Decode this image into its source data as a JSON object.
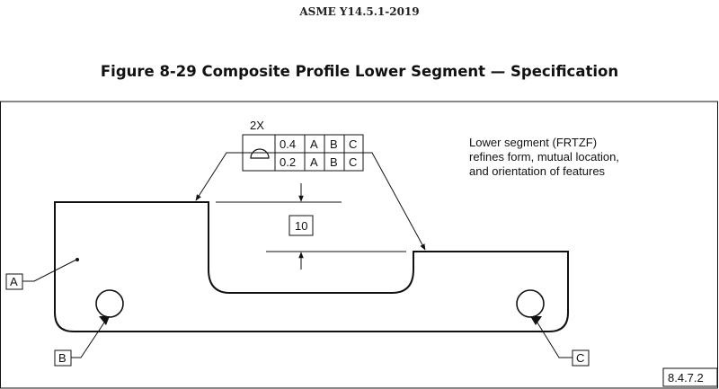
{
  "header": {
    "standard": "ASME Y14.5.1-2019"
  },
  "figure": {
    "title": "Figure 8-29 Composite Profile Lower Segment — Specification"
  },
  "fcf": {
    "multiplier": "2X",
    "upper": {
      "tolerance": "0.4",
      "datums": [
        "A",
        "B",
        "C"
      ]
    },
    "lower": {
      "tolerance": "0.2",
      "datums": [
        "A",
        "B",
        "C"
      ]
    }
  },
  "note": {
    "lines": [
      "Lower segment (FRTZF)",
      "refines form, mutual location,",
      "and orientation of features"
    ]
  },
  "dimension": {
    "value": "10"
  },
  "datum_labels": {
    "a": "A",
    "b": "B",
    "c": "C"
  },
  "reference": "8.4.7.2"
}
